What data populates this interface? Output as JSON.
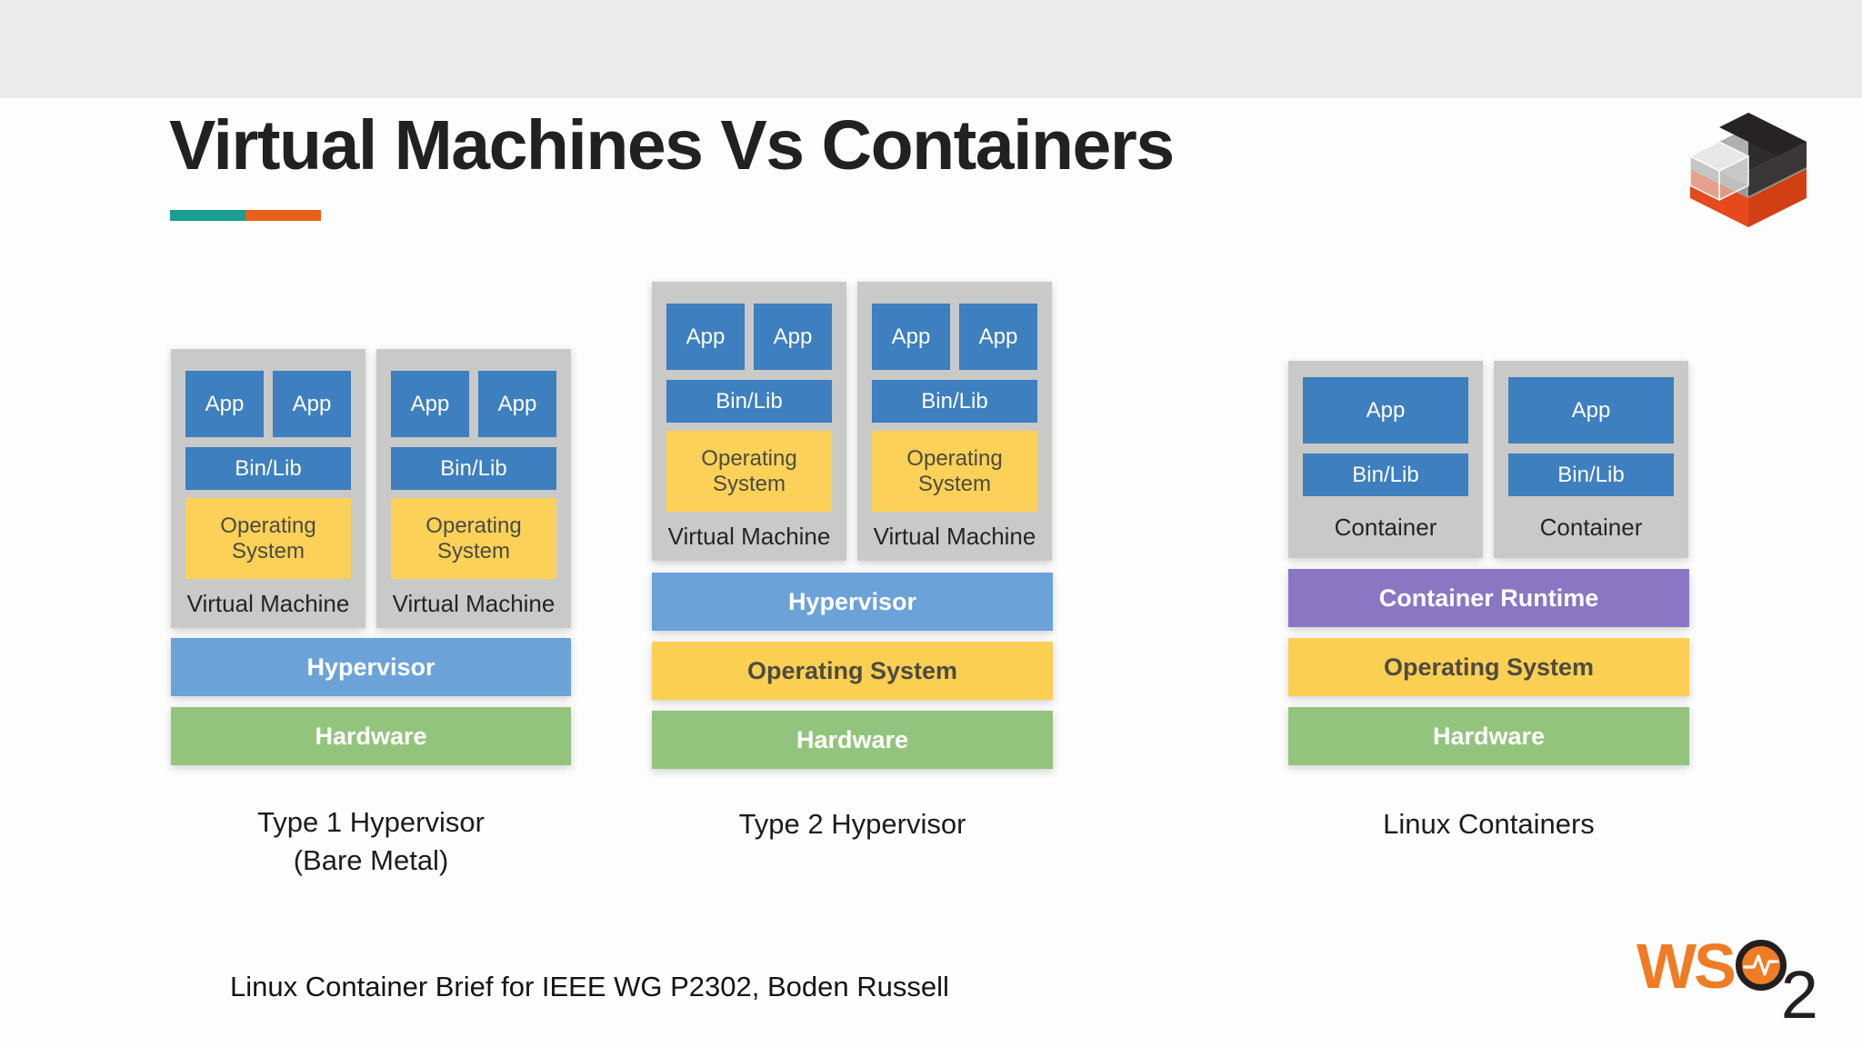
{
  "title": "Virtual Machines Vs Containers",
  "footer": "Linux Container Brief for IEEE WG P2302, Boden Russell",
  "labels": {
    "app": "App",
    "bin_lib": "Bin/Lib",
    "operating_system": "Operating System",
    "virtual_machine": "Virtual Machine",
    "container": "Container",
    "hypervisor": "Hypervisor",
    "hardware": "Hardware",
    "container_runtime": "Container Runtime"
  },
  "captions": {
    "type1_line1": "Type 1 Hypervisor",
    "type1_line2": "(Bare Metal)",
    "type2": "Type 2 Hypervisor",
    "lxc": "Linux Containers"
  },
  "logos": {
    "top_right_icon": "linux-containers-cube",
    "wso2_ws": "WS",
    "wso2_two": "2"
  },
  "colors": {
    "app_blue": "#3d7fbf",
    "hypervisor_blue": "#6ba2d8",
    "os_yellow": "#fbd158",
    "hardware_green": "#93c47d",
    "runtime_purple": "#8a76c2",
    "panel_gray": "#c9c9c8",
    "top_band": "#e9ece9",
    "accent_teal": "#1b9e8f",
    "accent_orange": "#e8611a",
    "wso2_orange": "#ef7c24"
  }
}
